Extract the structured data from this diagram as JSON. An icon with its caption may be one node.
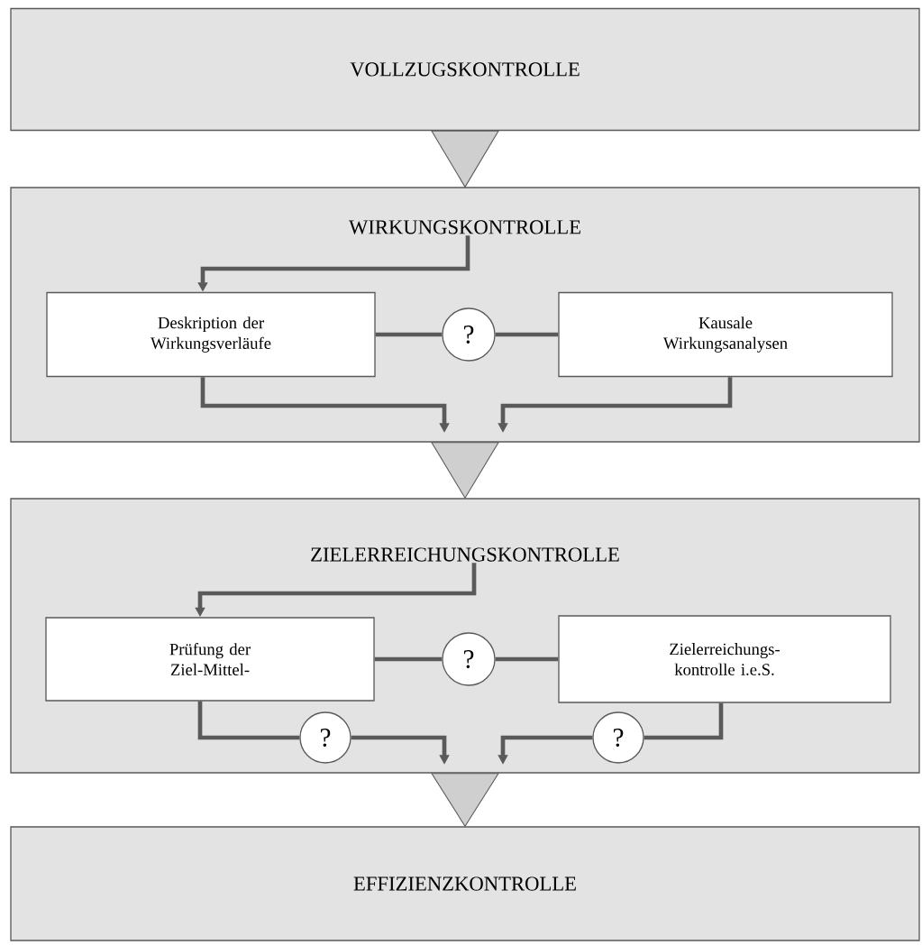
{
  "diagram": {
    "nodes": [
      {
        "text": [
          "VOLLZUGSKONTROLLE"
        ]
      },
      {
        "text": [
          "WIRKUNGSKONTROLLE"
        ]
      },
      {
        "text": [
          "Deskription der Wirkungsverläufe"
        ],
        "in": 1
      },
      {
        "text": [
          "Kausale Wirkungsanalysen"
        ],
        "in": 1
      },
      {
        "text": [
          "?"
        ],
        "in": 1
      },
      {
        "text": [
          "ZIELERREICHUNGSKONTROLLE"
        ]
      },
      {
        "text": [
          "Prüfung der Ziel-Mittel-"
        ],
        "in": 5
      },
      {
        "text": [
          "Zielerreichungs- kontrolle i.e.S."
        ],
        "in": 5
      },
      {
        "text": [
          "?"
        ],
        "in": 5
      },
      {
        "text": [
          "?"
        ],
        "in": 5
      },
      {
        "text": [
          "?"
        ],
        "in": 5
      },
      {
        "text": [
          "EFFIZIENZKONTROLLE"
        ]
      }
    ],
    "edges": [
      {
        "from": 0,
        "to": 1,
        "arrow": "to"
      },
      {
        "from": 1,
        "to": 2,
        "arrow": "to"
      },
      {
        "from": 2,
        "to": 4,
        "arrow": "none"
      },
      {
        "from": 4,
        "to": 3,
        "arrow": "none"
      },
      {
        "from": 2,
        "to": null,
        "arrow": "to"
      },
      {
        "from": 3,
        "to": null,
        "arrow": "to"
      },
      {
        "from": 1,
        "to": 5,
        "arrow": "to"
      },
      {
        "from": 5,
        "to": 6,
        "arrow": "to"
      },
      {
        "from": 6,
        "to": 8,
        "arrow": "none"
      },
      {
        "from": 8,
        "to": 7,
        "arrow": "none"
      },
      {
        "from": 6,
        "to": 9,
        "arrow": "none"
      },
      {
        "from": 9,
        "to": null,
        "arrow": "to"
      },
      {
        "from": 7,
        "to": 10,
        "arrow": "none"
      },
      {
        "from": 10,
        "to": null,
        "arrow": "to"
      },
      {
        "from": 5,
        "to": 11,
        "arrow": "to"
      }
    ]
  }
}
